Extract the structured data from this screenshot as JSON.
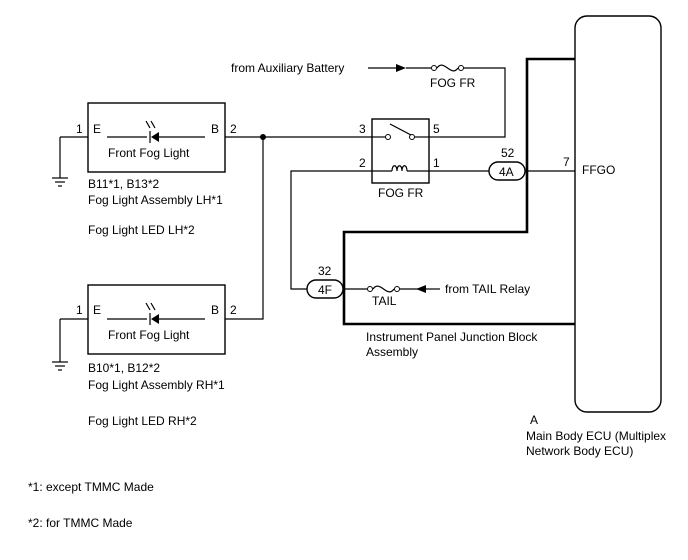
{
  "battery_label": "from Auxiliary Battery",
  "fuse_fog": "FOG FR",
  "relay_label": "FOG FR",
  "tail_relay_label": "from TAIL Relay",
  "tail_fuse": "TAIL",
  "junction_block": [
    "Instrument Panel Junction Block",
    "Assembly"
  ],
  "ecu": {
    "pin": "7",
    "signal": "FFGO",
    "connector": "A",
    "name_lines": [
      "Main Body ECU (Multiplex",
      "Network Body ECU)"
    ]
  },
  "relay_pins": {
    "p3": "3",
    "p5": "5",
    "p2": "2",
    "p1": "1"
  },
  "connector_4A": {
    "id": "4A",
    "pin": "52"
  },
  "connector_4F": {
    "id": "4F",
    "pin": "32"
  },
  "fog_lh": {
    "pin_e": "1",
    "label_e": "E",
    "label_b": "B",
    "pin_b": "2",
    "name": "Front Fog Light",
    "conn": "B11*1, B13*2",
    "assy": "Fog Light Assembly LH*1",
    "led": "Fog Light LED LH*2"
  },
  "fog_rh": {
    "pin_e": "1",
    "label_e": "E",
    "label_b": "B",
    "pin_b": "2",
    "name": "Front Fog Light",
    "conn": "B10*1, B12*2",
    "assy": "Fog Light Assembly RH*1",
    "led": "Fog Light LED RH*2"
  },
  "notes": [
    "*1: except TMMC Made",
    "*2: for TMMC Made"
  ]
}
